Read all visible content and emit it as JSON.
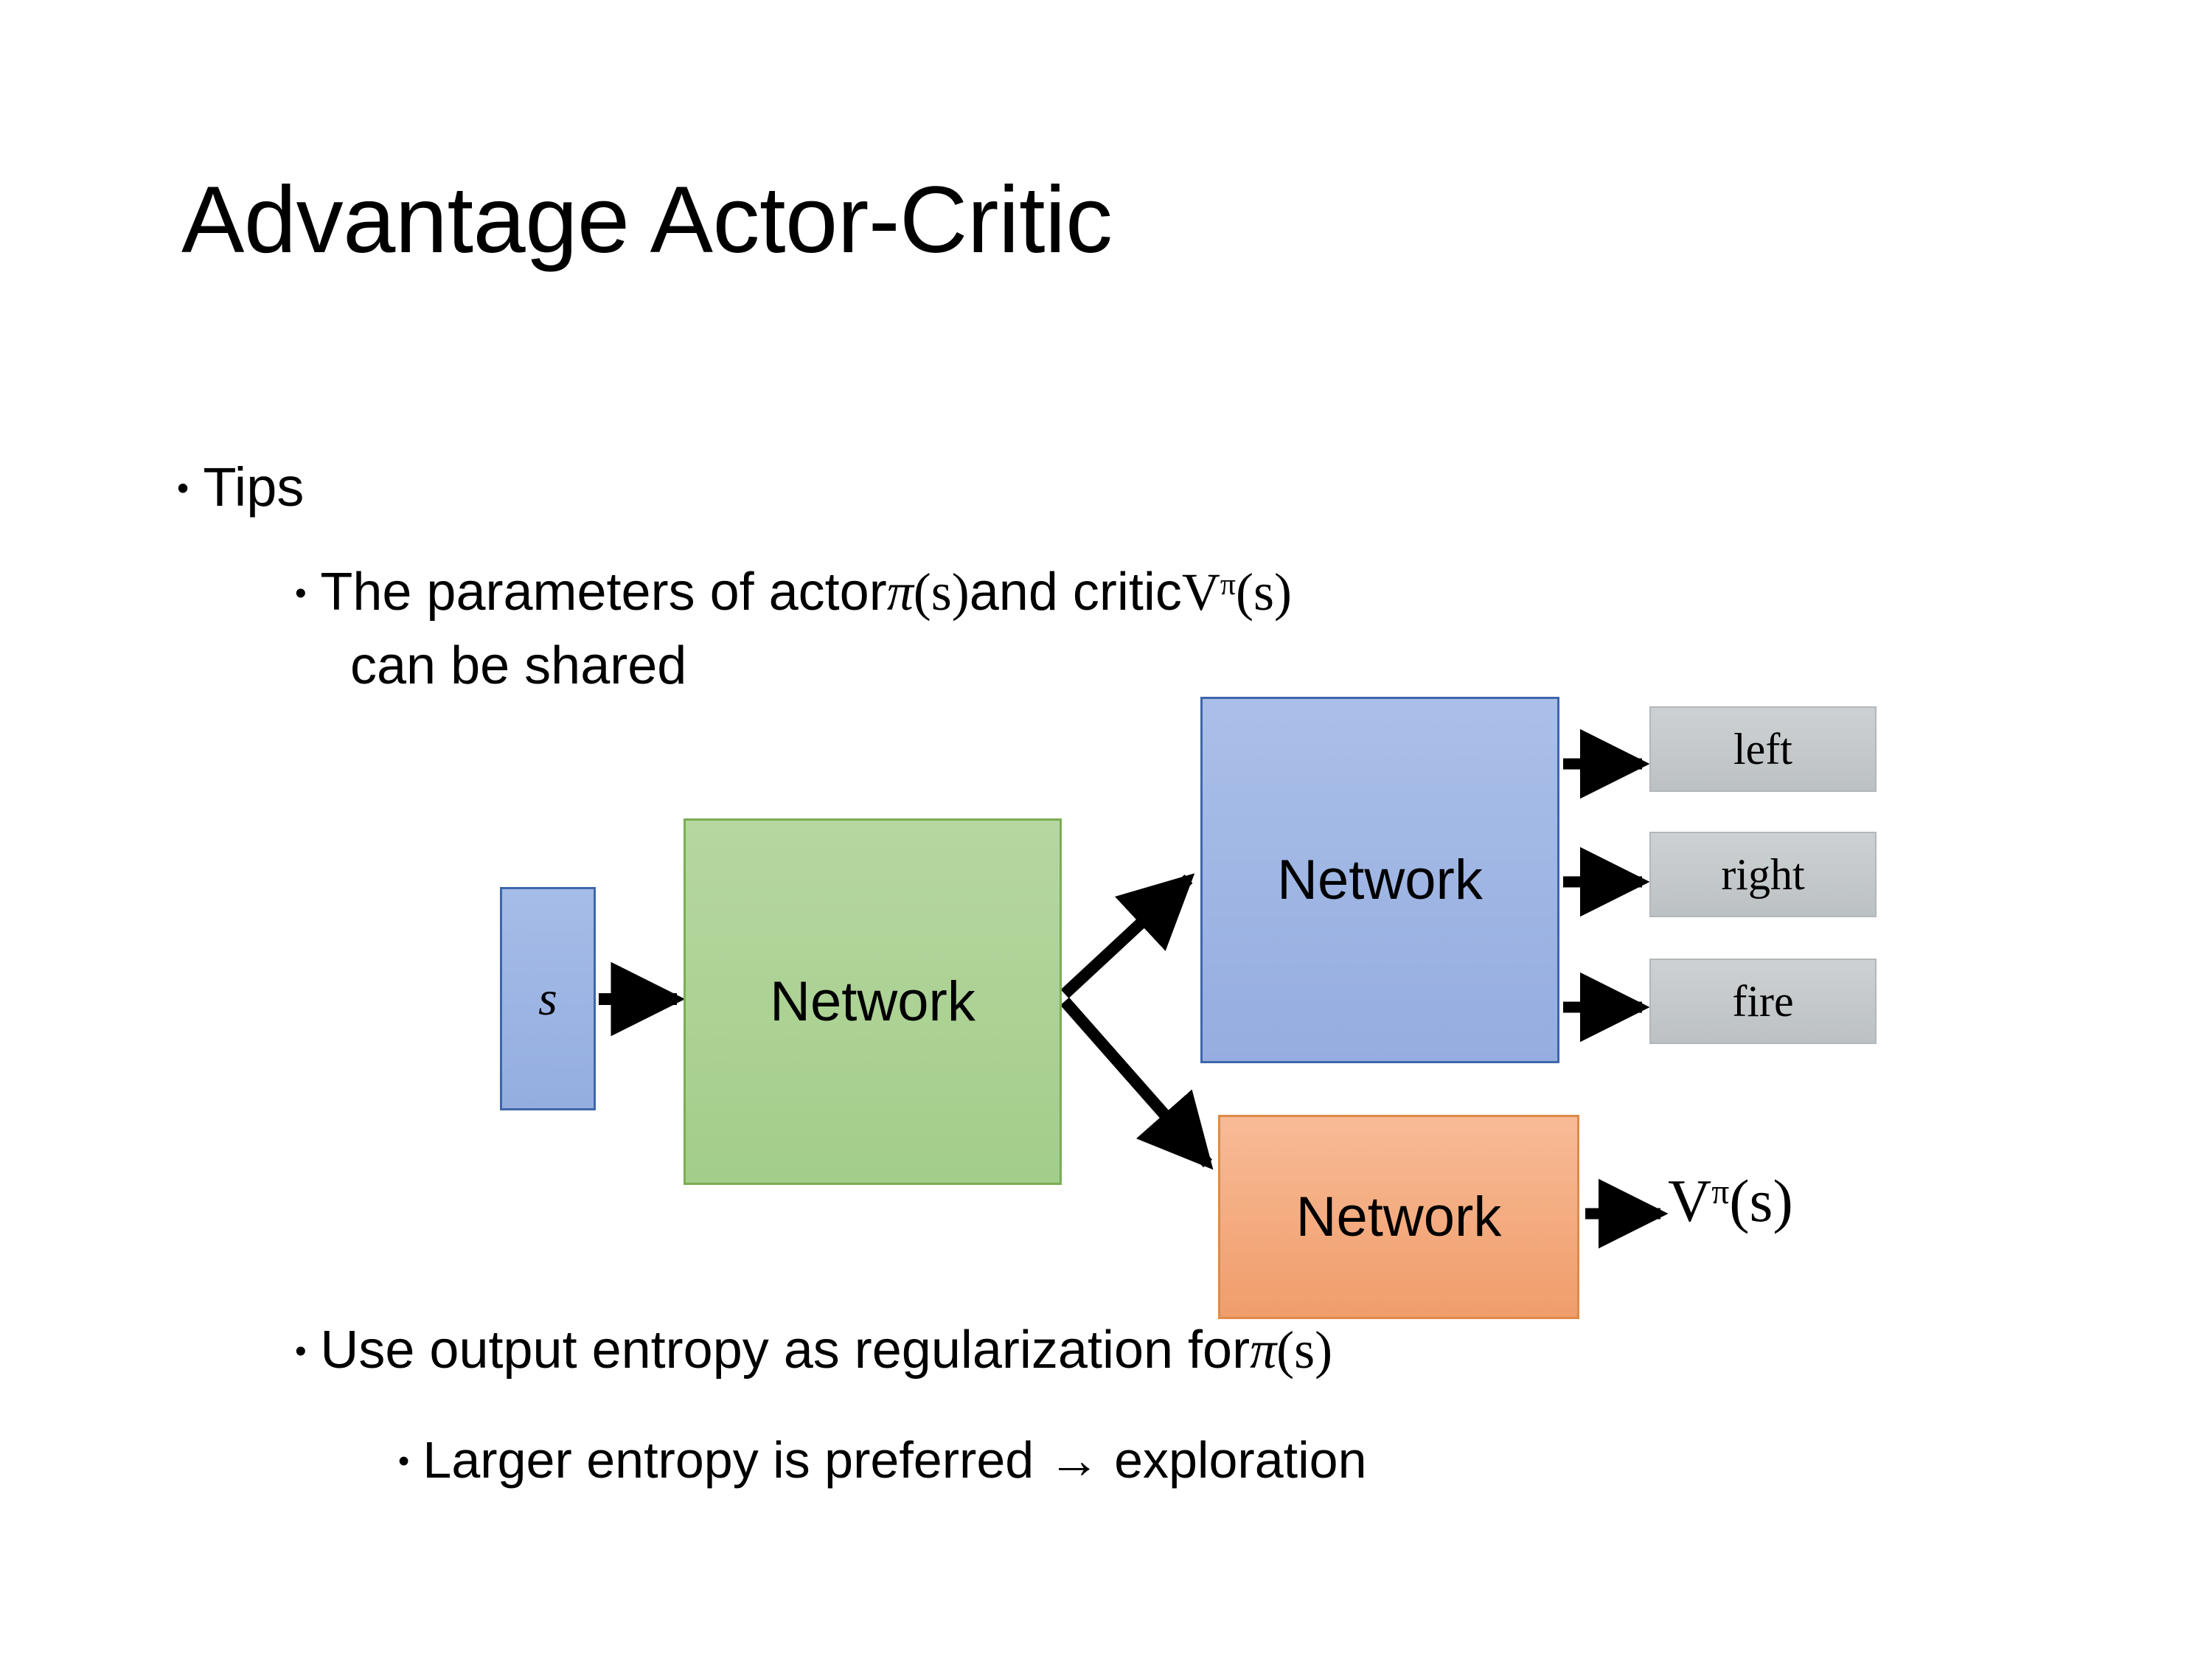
{
  "slide": {
    "title": "Advantage Actor-Critic",
    "background_color": "#ffffff"
  },
  "bullets": {
    "tips": "Tips",
    "params_line1_pre": "The parameters of actor ",
    "params_line1_math1_base": "π",
    "params_line1_math1_arg": "(s)",
    "params_line1_mid": "  and critic ",
    "params_line1_math2_base": "V",
    "params_line1_math2_sup": "π",
    "params_line1_math2_arg": "(s)",
    "params_line2": "can be shared",
    "entropy_pre": "Use output entropy as regularization for ",
    "entropy_math_base": "π",
    "entropy_math_arg": "(s)",
    "larger_entropy": "Larger entropy is preferred → exploration",
    "bullet_glyph": "•"
  },
  "diagram": {
    "input_box": {
      "label": "s",
      "fill": "#9cb4e4",
      "border": "#3f66ab"
    },
    "shared_network": {
      "label": "Network",
      "fill": "#a9d18e",
      "border": "#7aad54"
    },
    "actor_network": {
      "label": "Network",
      "fill": "#9fb6e4",
      "border": "#3f66ab"
    },
    "critic_network": {
      "label": "Network",
      "fill": "#f4a978",
      "border": "#e08a46"
    },
    "action_outputs": [
      {
        "label": "left",
        "fill": "#c4c8ca"
      },
      {
        "label": "right",
        "fill": "#c4c8ca"
      },
      {
        "label": "fire",
        "fill": "#c4c8ca"
      }
    ],
    "value_output": {
      "base": "V",
      "sup": "π",
      "arg": "(s)"
    },
    "arrow_color": "#000000"
  }
}
